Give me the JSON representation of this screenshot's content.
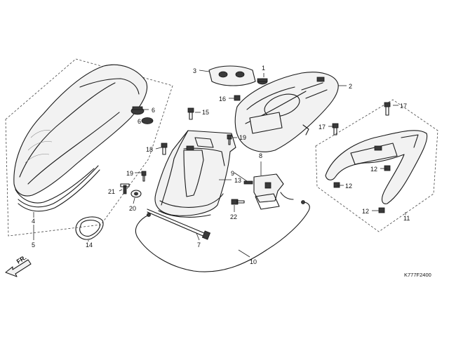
{
  "callouts": [
    "1",
    "2",
    "3",
    "4",
    "5",
    "6",
    "6",
    "7",
    "8",
    "9",
    "10",
    "11",
    "12",
    "12",
    "12",
    "13",
    "14",
    "15",
    "16",
    "17",
    "17",
    "18",
    "19",
    "19",
    "20",
    "21",
    "22"
  ],
  "front_arrow": "FR.",
  "diagram_code": "K777F2400"
}
